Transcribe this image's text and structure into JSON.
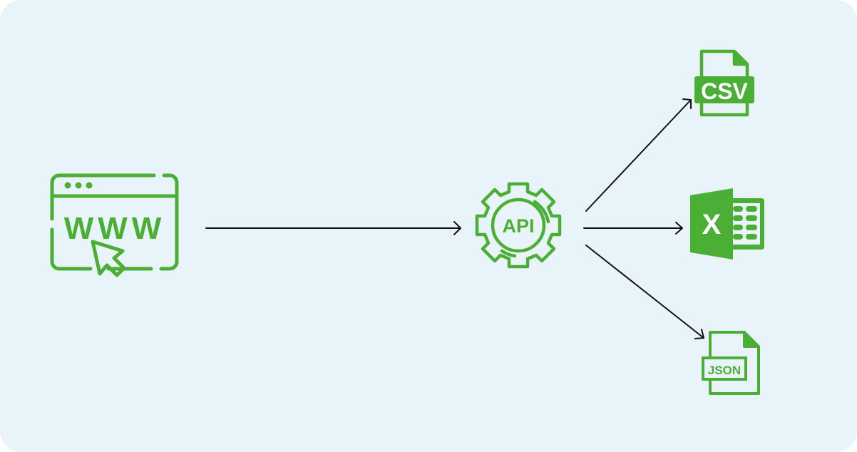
{
  "diagram": {
    "title": "",
    "background_color": "#e8f3fa",
    "accent_color": "#4caf35",
    "arrow_color": "#111111",
    "nodes": [
      {
        "id": "website",
        "label": "WWW",
        "icon": "browser-window-icon"
      },
      {
        "id": "api",
        "label": "API",
        "icon": "gear-icon"
      },
      {
        "id": "csv",
        "label": "CSV",
        "icon": "csv-file-icon"
      },
      {
        "id": "excel",
        "label": "X",
        "icon": "excel-icon"
      },
      {
        "id": "json",
        "label": "JSON",
        "icon": "json-file-icon"
      }
    ],
    "edges": [
      {
        "from": "website",
        "to": "api"
      },
      {
        "from": "api",
        "to": "csv"
      },
      {
        "from": "api",
        "to": "excel"
      },
      {
        "from": "api",
        "to": "json"
      }
    ]
  }
}
